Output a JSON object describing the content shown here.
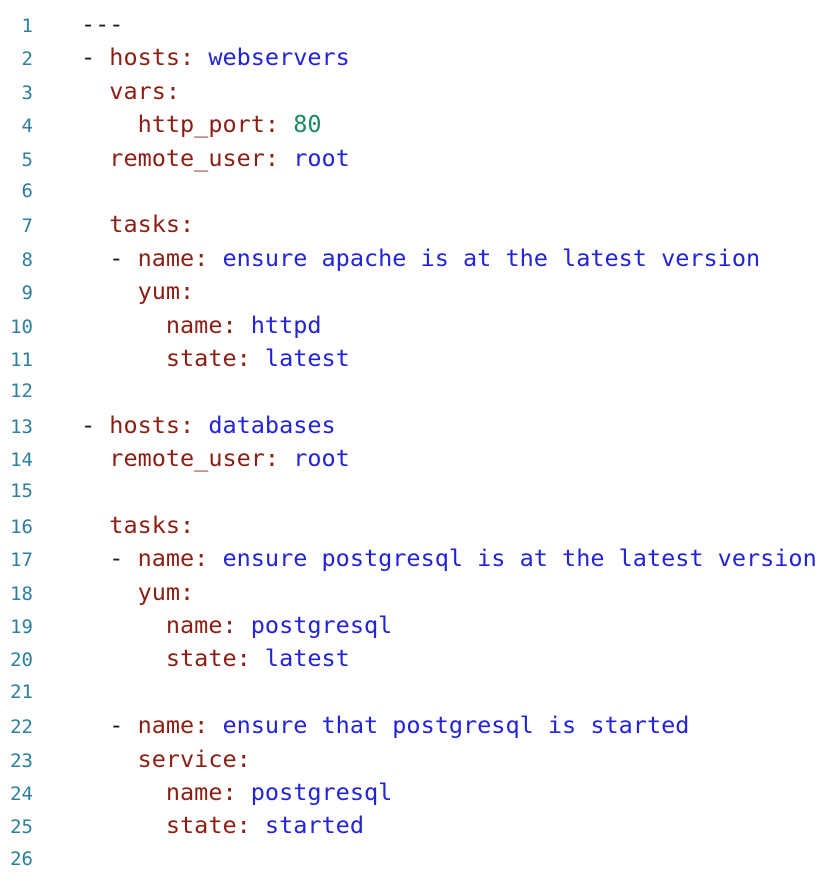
{
  "editor": {
    "language": "yaml",
    "colors": {
      "background": "#ffffff",
      "line_number": "#2d7f9d",
      "plain": "#1c1c1c",
      "key": "#8b1f14",
      "string": "#2323d9",
      "number": "#1d8a60"
    },
    "lines": [
      {
        "n": "1",
        "segments": [
          {
            "type": "plain",
            "text": "---"
          }
        ]
      },
      {
        "n": "2",
        "segments": [
          {
            "type": "plain",
            "text": "- "
          },
          {
            "type": "key",
            "text": "hosts:"
          },
          {
            "type": "string",
            "text": " webservers"
          }
        ]
      },
      {
        "n": "3",
        "segments": [
          {
            "type": "plain",
            "text": "  "
          },
          {
            "type": "key",
            "text": "vars:"
          }
        ]
      },
      {
        "n": "4",
        "segments": [
          {
            "type": "plain",
            "text": "    "
          },
          {
            "type": "key",
            "text": "http_port:"
          },
          {
            "type": "number",
            "text": " 80"
          }
        ]
      },
      {
        "n": "5",
        "segments": [
          {
            "type": "plain",
            "text": "  "
          },
          {
            "type": "key",
            "text": "remote_user:"
          },
          {
            "type": "string",
            "text": " root"
          }
        ]
      },
      {
        "n": "6",
        "segments": []
      },
      {
        "n": "7",
        "segments": [
          {
            "type": "plain",
            "text": "  "
          },
          {
            "type": "key",
            "text": "tasks:"
          }
        ]
      },
      {
        "n": "8",
        "segments": [
          {
            "type": "plain",
            "text": "  - "
          },
          {
            "type": "key",
            "text": "name:"
          },
          {
            "type": "string",
            "text": " ensure apache is at the latest version"
          }
        ]
      },
      {
        "n": "9",
        "segments": [
          {
            "type": "plain",
            "text": "    "
          },
          {
            "type": "key",
            "text": "yum:"
          }
        ]
      },
      {
        "n": "10",
        "segments": [
          {
            "type": "plain",
            "text": "      "
          },
          {
            "type": "key",
            "text": "name:"
          },
          {
            "type": "string",
            "text": " httpd"
          }
        ]
      },
      {
        "n": "11",
        "segments": [
          {
            "type": "plain",
            "text": "      "
          },
          {
            "type": "key",
            "text": "state:"
          },
          {
            "type": "string",
            "text": " latest"
          }
        ]
      },
      {
        "n": "12",
        "segments": []
      },
      {
        "n": "13",
        "segments": [
          {
            "type": "plain",
            "text": "- "
          },
          {
            "type": "key",
            "text": "hosts:"
          },
          {
            "type": "string",
            "text": " databases"
          }
        ]
      },
      {
        "n": "14",
        "segments": [
          {
            "type": "plain",
            "text": "  "
          },
          {
            "type": "key",
            "text": "remote_user:"
          },
          {
            "type": "string",
            "text": " root"
          }
        ]
      },
      {
        "n": "15",
        "segments": []
      },
      {
        "n": "16",
        "segments": [
          {
            "type": "plain",
            "text": "  "
          },
          {
            "type": "key",
            "text": "tasks:"
          }
        ]
      },
      {
        "n": "17",
        "segments": [
          {
            "type": "plain",
            "text": "  - "
          },
          {
            "type": "key",
            "text": "name:"
          },
          {
            "type": "string",
            "text": " ensure postgresql is at the latest version"
          }
        ]
      },
      {
        "n": "18",
        "segments": [
          {
            "type": "plain",
            "text": "    "
          },
          {
            "type": "key",
            "text": "yum:"
          }
        ]
      },
      {
        "n": "19",
        "segments": [
          {
            "type": "plain",
            "text": "      "
          },
          {
            "type": "key",
            "text": "name:"
          },
          {
            "type": "string",
            "text": " postgresql"
          }
        ]
      },
      {
        "n": "20",
        "segments": [
          {
            "type": "plain",
            "text": "      "
          },
          {
            "type": "key",
            "text": "state:"
          },
          {
            "type": "string",
            "text": " latest"
          }
        ]
      },
      {
        "n": "21",
        "segments": []
      },
      {
        "n": "22",
        "segments": [
          {
            "type": "plain",
            "text": "  - "
          },
          {
            "type": "key",
            "text": "name:"
          },
          {
            "type": "string",
            "text": " ensure that postgresql is started"
          }
        ]
      },
      {
        "n": "23",
        "segments": [
          {
            "type": "plain",
            "text": "    "
          },
          {
            "type": "key",
            "text": "service:"
          }
        ]
      },
      {
        "n": "24",
        "segments": [
          {
            "type": "plain",
            "text": "      "
          },
          {
            "type": "key",
            "text": "name:"
          },
          {
            "type": "string",
            "text": " postgresql"
          }
        ]
      },
      {
        "n": "25",
        "segments": [
          {
            "type": "plain",
            "text": "      "
          },
          {
            "type": "key",
            "text": "state:"
          },
          {
            "type": "string",
            "text": " started"
          }
        ]
      },
      {
        "n": "26",
        "segments": []
      }
    ]
  }
}
